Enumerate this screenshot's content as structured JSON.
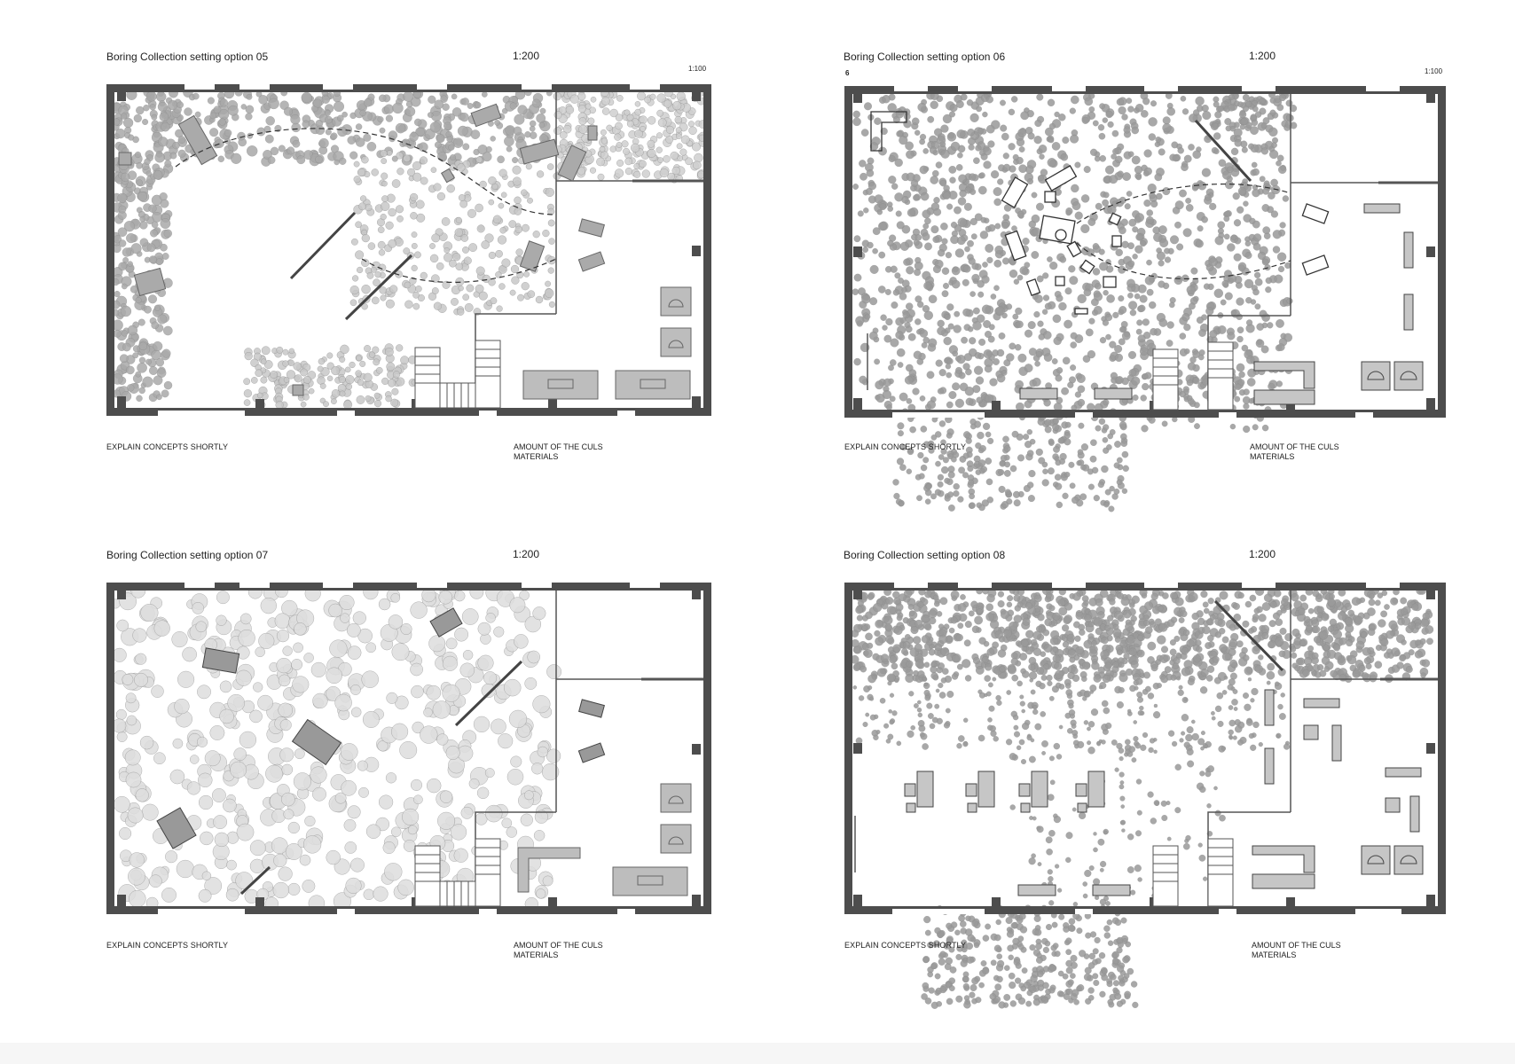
{
  "panels": [
    {
      "title": "Boring Collection setting option 05",
      "scale": "1:200",
      "scale_small": "1:100",
      "page_number": "",
      "concepts_label": "EXPLAIN CONCEPTS SHORTLY",
      "amount_label_line1": "AMOUNT OF THE CULS",
      "amount_label_line2": "MATERIALS"
    },
    {
      "title": "Boring Collection setting option 06",
      "scale": "1:200",
      "scale_small": "1:100",
      "page_number": "6",
      "concepts_label": "EXPLAIN CONCEPTS SHORTLY",
      "amount_label_line1": "AMOUNT OF THE CULS",
      "amount_label_line2": "MATERIALS"
    },
    {
      "title": "Boring Collection setting option 07",
      "scale": "1:200",
      "scale_small": "",
      "page_number": "",
      "concepts_label": "EXPLAIN CONCEPTS SHORTLY",
      "amount_label_line1": "AMOUNT OF THE CULS",
      "amount_label_line2": "MATERIALS"
    },
    {
      "title": "Boring Collection setting option 08",
      "scale": "1:200",
      "scale_small": "",
      "page_number": "",
      "concepts_label": "EXPLAIN CONCEPTS SHORTLY",
      "amount_label_line1": "AMOUNT OF THE CULS",
      "amount_label_line2": "MATERIALS"
    }
  ],
  "colors": {
    "wall": "#4d4d4d",
    "foliage_dark": "#9a9a9a",
    "foliage_light": "#c8c8c8",
    "furniture": "#b9b9b9",
    "background": "#ffffff"
  }
}
